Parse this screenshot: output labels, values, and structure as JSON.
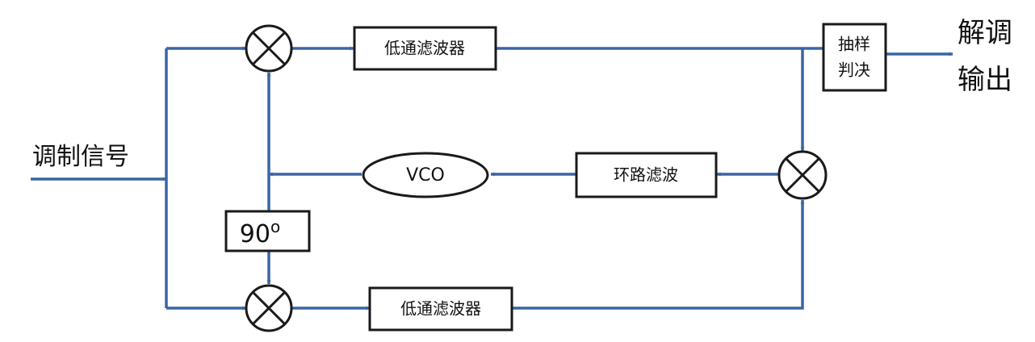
{
  "input_label": "调制信号",
  "lpf_top_label": "低通滤波器",
  "lpf_bottom_label": "低通滤波器",
  "decision": {
    "line1": "抽样",
    "line2": "判决"
  },
  "output": {
    "line1": "解调",
    "line2": "输出"
  },
  "vco_label": "VCO",
  "loop_filter_label": "环路滤波",
  "phase_shift": {
    "value": "90",
    "unit": "o"
  },
  "colors": {
    "signal_line": "#3a65a3",
    "block_outline": "#1a1a1a",
    "text": "#111111"
  }
}
